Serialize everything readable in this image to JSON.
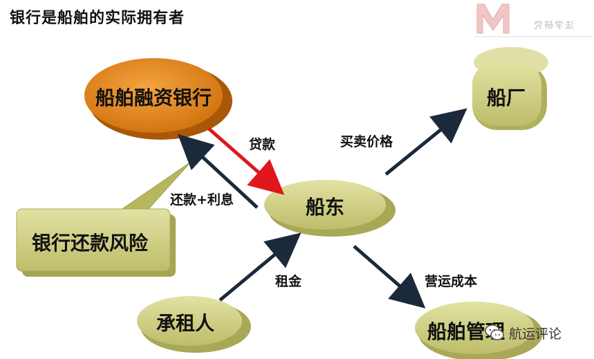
{
  "title": "银行是船舶的实际拥有者",
  "logo": {
    "mark_text": "M",
    "caption": "法学研究"
  },
  "nodes": {
    "bank": "船舶融资银行",
    "shipowner": "船东",
    "shipyard": "船厂",
    "charterer": "承租人",
    "manager": "船舶管理",
    "risk": "银行还款风险"
  },
  "edges": {
    "loan": "贷款",
    "repay": "还款+利息",
    "price": "买卖价格",
    "rent": "租金",
    "opcost": "营运成本"
  },
  "watermark": {
    "text": "航运评论",
    "icon": "wechat-icon"
  },
  "colors": {
    "bank_fill": "#e5861a",
    "node_fill": "#c9c97a",
    "node_top": "#e4e4a8",
    "arrow_dark": "#1b2a3a",
    "arrow_red": "#e0161c"
  }
}
